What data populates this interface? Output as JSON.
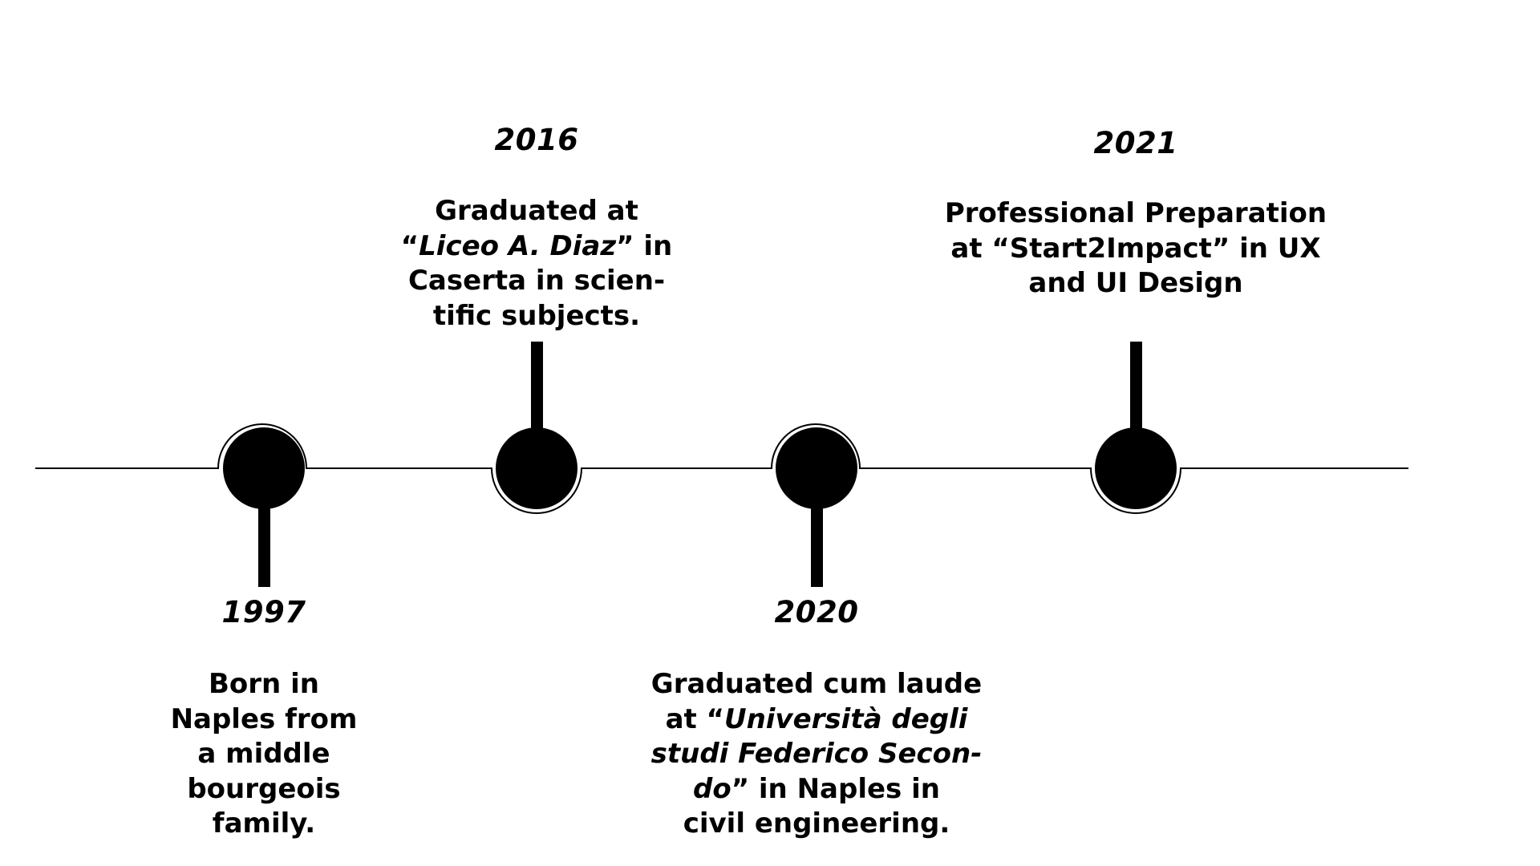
{
  "events": [
    {
      "year": "1997",
      "lines": [
        [
          {
            "t": "Born in"
          }
        ],
        [
          {
            "t": "Naples from"
          }
        ],
        [
          {
            "t": "a middle"
          }
        ],
        [
          {
            "t": "bourgeois"
          }
        ],
        [
          {
            "t": "family."
          }
        ]
      ]
    },
    {
      "year": "2016",
      "lines": [
        [
          {
            "t": "Graduated  at"
          }
        ],
        [
          {
            "t": "“"
          },
          {
            "t": "Liceo A. Diaz",
            "i": true
          },
          {
            "t": "” in"
          }
        ],
        [
          {
            "t": "Caserta in scien-"
          }
        ],
        [
          {
            "t": "tific subjects."
          }
        ]
      ]
    },
    {
      "year": "2020",
      "lines": [
        [
          {
            "t": "Graduated cum laude"
          }
        ],
        [
          {
            "t": "at “"
          },
          {
            "t": "Università degli",
            "i": true
          }
        ],
        [
          {
            "t": "studi Federico Secon-",
            "i": true
          }
        ],
        [
          {
            "t": "do",
            "i": true
          },
          {
            "t": "” in Naples in"
          }
        ],
        [
          {
            "t": "civil engineering."
          }
        ]
      ]
    },
    {
      "year": "2021",
      "lines": [
        [
          {
            "t": "Professional Preparation"
          }
        ],
        [
          {
            "t": "at “Start2Impact” in UX"
          }
        ],
        [
          {
            "t": "and UI Design"
          }
        ]
      ]
    }
  ]
}
